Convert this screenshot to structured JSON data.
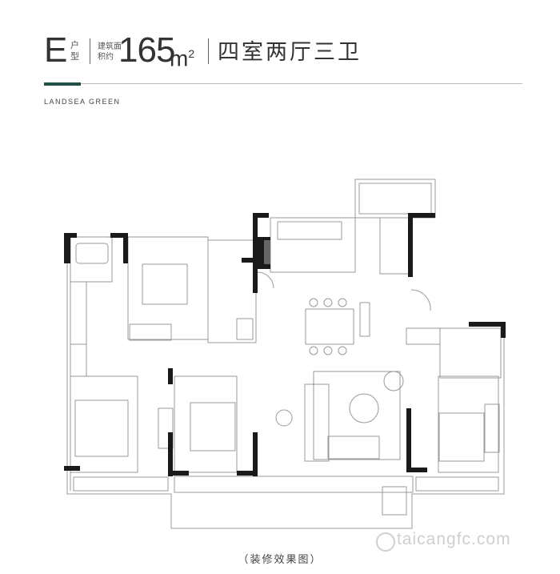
{
  "header": {
    "type_letter": "E",
    "type_suffix": "户型",
    "area_label": "建筑面积约",
    "area_value": "165",
    "area_unit": "m",
    "area_unit_power": "2",
    "layout_description": "四室两厅三卫"
  },
  "brand": "LANDSEA GREEN",
  "caption": "（装修效果图）",
  "watermark": "taicangfc.com",
  "colors": {
    "accent_rule": "#1f4f45",
    "wall": "#1a1a1a",
    "line": "#9a9a9a"
  },
  "icons": {
    "watermark_logo": "circular-logo-icon"
  }
}
